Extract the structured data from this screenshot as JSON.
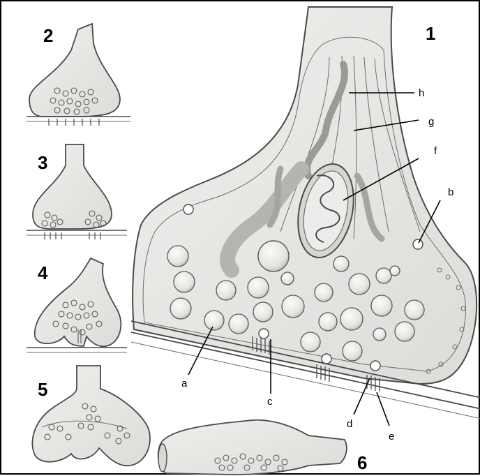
{
  "panels": [
    "1",
    "2",
    "3",
    "4",
    "5",
    "6"
  ],
  "labels": {
    "a": "a",
    "b": "b",
    "c": "c",
    "d": "d",
    "e": "e",
    "f": "f",
    "g": "g",
    "h": "h"
  },
  "colors": {
    "background": "#ffffff",
    "tissue": "#e9e9e7",
    "ink": "#4a4a4a",
    "vesicle": "#f3f3f1"
  }
}
